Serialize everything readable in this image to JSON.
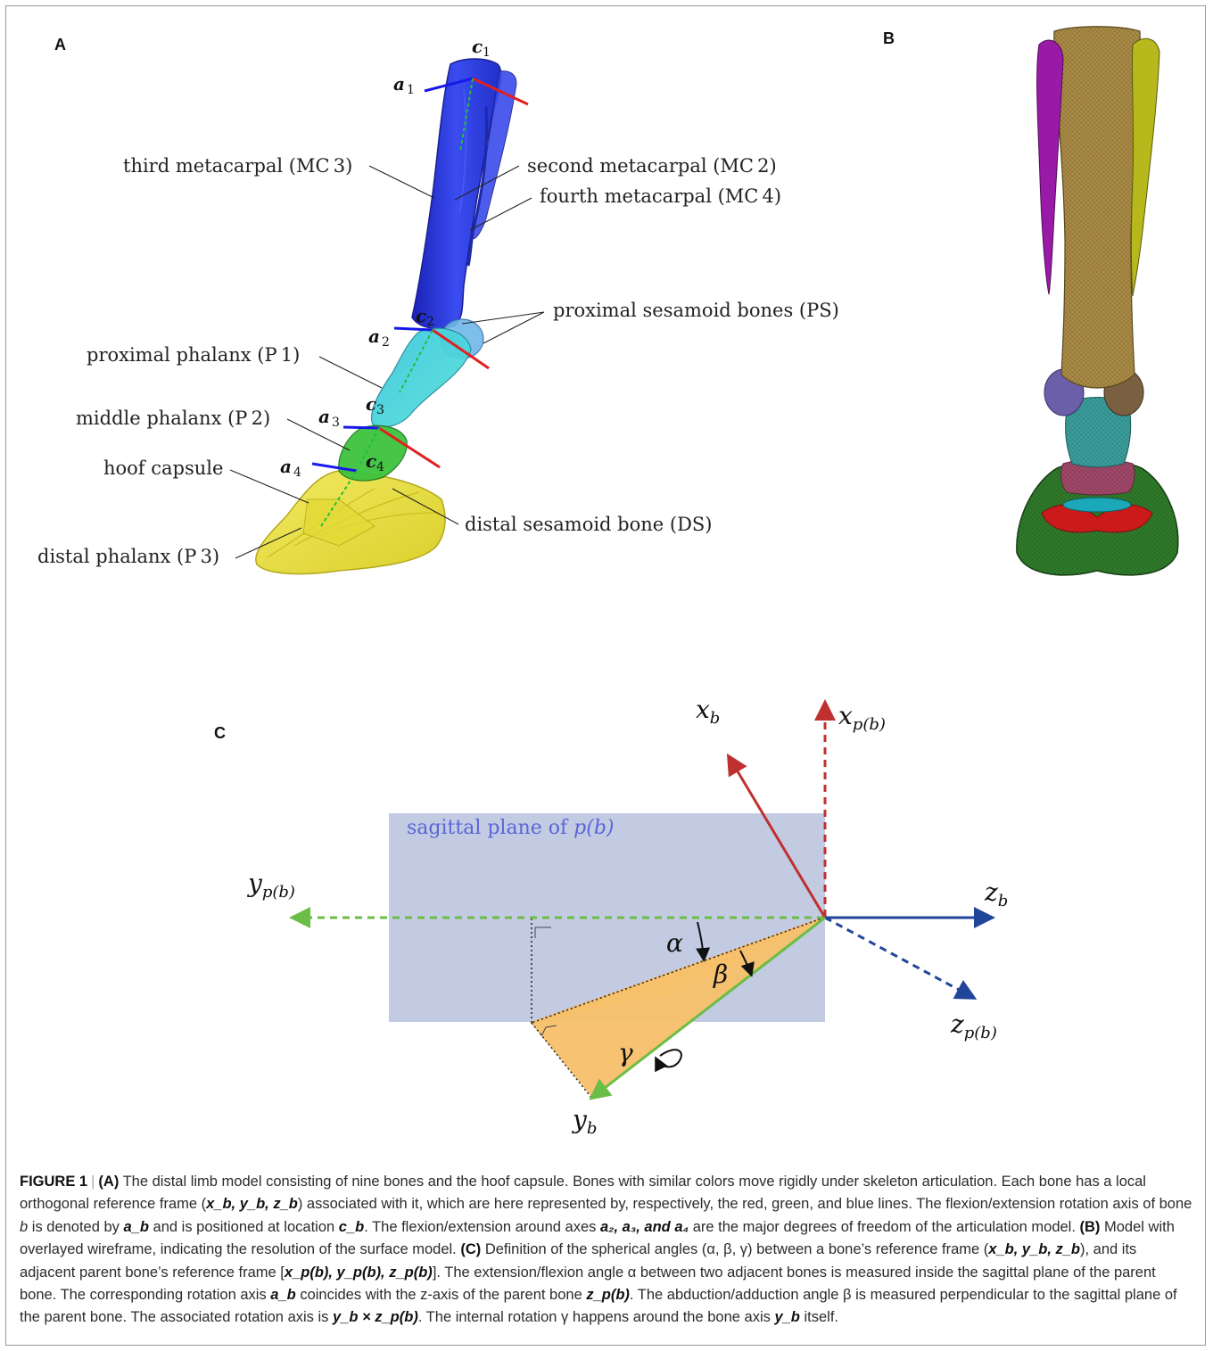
{
  "panels": {
    "a": "A",
    "b": "B",
    "c": "C"
  },
  "panel_a": {
    "labels": {
      "mc3": "third metacarpal (MC 3)",
      "mc2": "second metacarpal (MC 2)",
      "mc4": "fourth metacarpal (MC 4)",
      "ps": "proximal sesamoid bones (PS)",
      "p1": "proximal phalanx (P 1)",
      "p2": "middle phalanx (P 2)",
      "hoof": "hoof capsule",
      "ds": "distal sesamoid bone (DS)",
      "p3": "distal phalanx (P 3)"
    },
    "axis_labels": {
      "a1": "a",
      "a1_sub": "1",
      "a2": "a",
      "a2_sub": "2",
      "a3": "a",
      "a3_sub": "3",
      "a4": "a",
      "a4_sub": "4",
      "c1": "c",
      "c1_sub": "1",
      "c2": "c",
      "c2_sub": "2",
      "c3": "c",
      "c3_sub": "3",
      "c4": "c",
      "c4_sub": "4"
    },
    "colors": {
      "metacarpal": "#2f3fe0",
      "proximal_phalanx": "#5fe8e8",
      "middle_phalanx": "#3cc23c",
      "hoof": "#e8e23a",
      "x_axis": "#e02020",
      "y_axis": "#20c040",
      "z_axis": "#1010e0"
    }
  },
  "panel_b": {
    "colors": {
      "mc3": "#a98a45",
      "mc2": "#9a1aa8",
      "mc4": "#b7b81c",
      "ps_left": "#6a5fa8",
      "ps_right": "#7a6040",
      "p1": "#3a9d9b",
      "p2": "#a04868",
      "ds": "#1a9aa8",
      "p3": "#cc1a1a",
      "hoof": "#2f7a2a"
    }
  },
  "panel_c": {
    "axes": {
      "x_b": "x",
      "x_b_sub": "b",
      "x_pb": "x",
      "x_pb_sub": "p(b)",
      "y_pb": "y",
      "y_pb_sub": "p(b)",
      "z_b": "z",
      "z_b_sub": "b",
      "z_pb": "z",
      "z_pb_sub": "p(b)",
      "y_b": "y",
      "y_b_sub": "b"
    },
    "plane_label": "sagittal plane of ",
    "plane_label_math": "p(b)",
    "angles": {
      "alpha": "α",
      "beta": "β",
      "gamma": "γ"
    },
    "colors": {
      "x": "#c03030",
      "y": "#6cbd45",
      "z": "#22459c",
      "plane": "#c3cbe3",
      "triangle": "#f7c06a",
      "plane_text": "#5a66d8"
    }
  },
  "caption": {
    "figure_label": "FIGURE 1",
    "separator": "|",
    "part_a_tag": "(A)",
    "part_a_text_1": " The distal limb model consisting of nine bones and the hoof capsule. Bones with similar colors move rigidly under skeleton articulation. Each bone has a local orthogonal reference frame (",
    "part_a_frame": "x_b, y_b, z_b",
    "part_a_text_2": ") associated with it, which are here represented by, respectively, the red, green, and blue lines. The flexion/extension rotation axis of bone ",
    "part_a_b": "b",
    "part_a_text_3": " is denoted by ",
    "part_a_ab": "a_b",
    "part_a_text_4": " and is positioned at location ",
    "part_a_cb": "c_b",
    "part_a_text_5": ". The flexion/extension around axes ",
    "part_a_axes": "a₂, a₃, and a₄",
    "part_a_text_6": " are the major degrees of freedom of the articulation model. ",
    "part_b_tag": "(B)",
    "part_b_text": " Model with overlayed wireframe, indicating the resolution of the surface model. ",
    "part_c_tag": "(C)",
    "part_c_text_1": " Definition of the spherical angles (α, β, γ) between a bone’s reference frame (",
    "part_c_frame_b": "x_b, y_b, z_b",
    "part_c_text_2": "), and its adjacent parent bone’s reference frame [",
    "part_c_frame_pb": "x_p(b), y_p(b), z_p(b)",
    "part_c_text_3": "]. The extension/flexion angle α between two adjacent bones is measured inside the sagittal plane of the parent bone. The corresponding rotation axis ",
    "part_c_ab": "a_b",
    "part_c_text_4": " coincides with the z-axis of the parent bone ",
    "part_c_zpb": "z_p(b)",
    "part_c_text_5": ". The abduction/adduction angle β is measured perpendicular to the sagittal plane of the parent bone. The associated rotation axis is ",
    "part_c_cross": "y_b × z_p(b)",
    "part_c_text_6": ". The internal rotation γ happens around the bone axis ",
    "part_c_yb": "y_b",
    "part_c_text_7": " itself."
  }
}
